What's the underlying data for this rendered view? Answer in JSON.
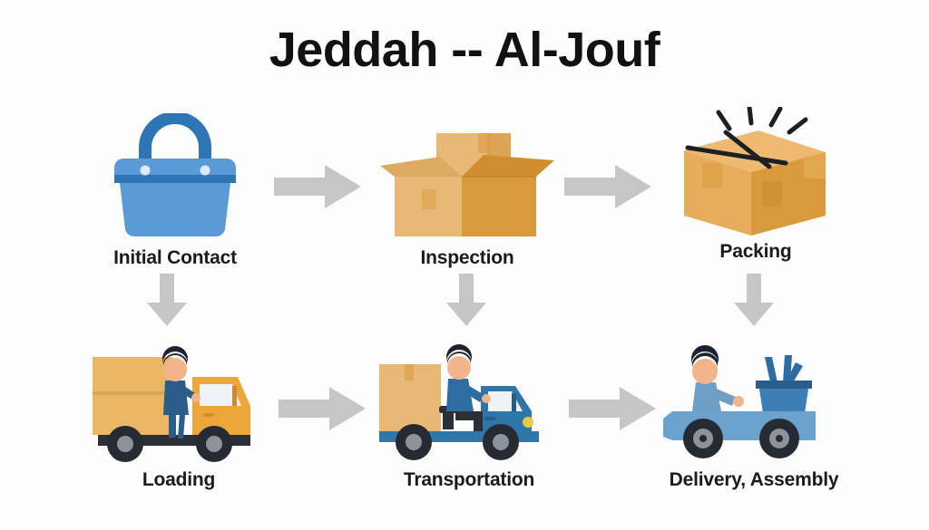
{
  "title": "Jeddah -- Al-Jouf",
  "colors": {
    "background": "#fdfdfd",
    "title_text": "#111111",
    "caption_text": "#1b1b1b",
    "arrow_gray": "#c6c6c6",
    "basket_light_blue": "#5b9bd5",
    "basket_dark_blue": "#2e75b6",
    "box_tan": "#e8b877",
    "box_orange": "#d99a3d",
    "truck_orange": "#eda63a",
    "truck_blue": "#2e75a8",
    "truck_light_blue": "#6ba3ce",
    "person_blue": "#2b5d8a",
    "skin": "#f2b48a",
    "hair": "#1c2230",
    "wheel_dark": "#262b33",
    "wheel_gray": "#8d939b",
    "strap_dark": "#1c1f24"
  },
  "steps": [
    {
      "id": "initial-contact",
      "label": "Initial Contact",
      "icon": "basket-icon"
    },
    {
      "id": "inspection",
      "label": "Inspection",
      "icon": "open-boxes-icon"
    },
    {
      "id": "packing",
      "label": "Packing",
      "icon": "sealed-box-icon"
    },
    {
      "id": "loading",
      "label": "Loading",
      "icon": "loading-truck-icon"
    },
    {
      "id": "transportation",
      "label": "Transportation",
      "icon": "delivery-truck-icon"
    },
    {
      "id": "delivery-assembly",
      "label": "Delivery, Assembly",
      "icon": "assembly-vehicle-icon"
    }
  ],
  "arrows": {
    "horizontal": [
      {
        "from": "initial-contact",
        "to": "inspection"
      },
      {
        "from": "inspection",
        "to": "packing"
      },
      {
        "from": "loading",
        "to": "transportation"
      },
      {
        "from": "transportation",
        "to": "delivery-assembly"
      }
    ],
    "vertical": [
      {
        "from": "initial-contact",
        "to": "loading"
      },
      {
        "from": "inspection",
        "to": "transportation"
      },
      {
        "from": "packing",
        "to": "delivery-assembly"
      }
    ]
  }
}
